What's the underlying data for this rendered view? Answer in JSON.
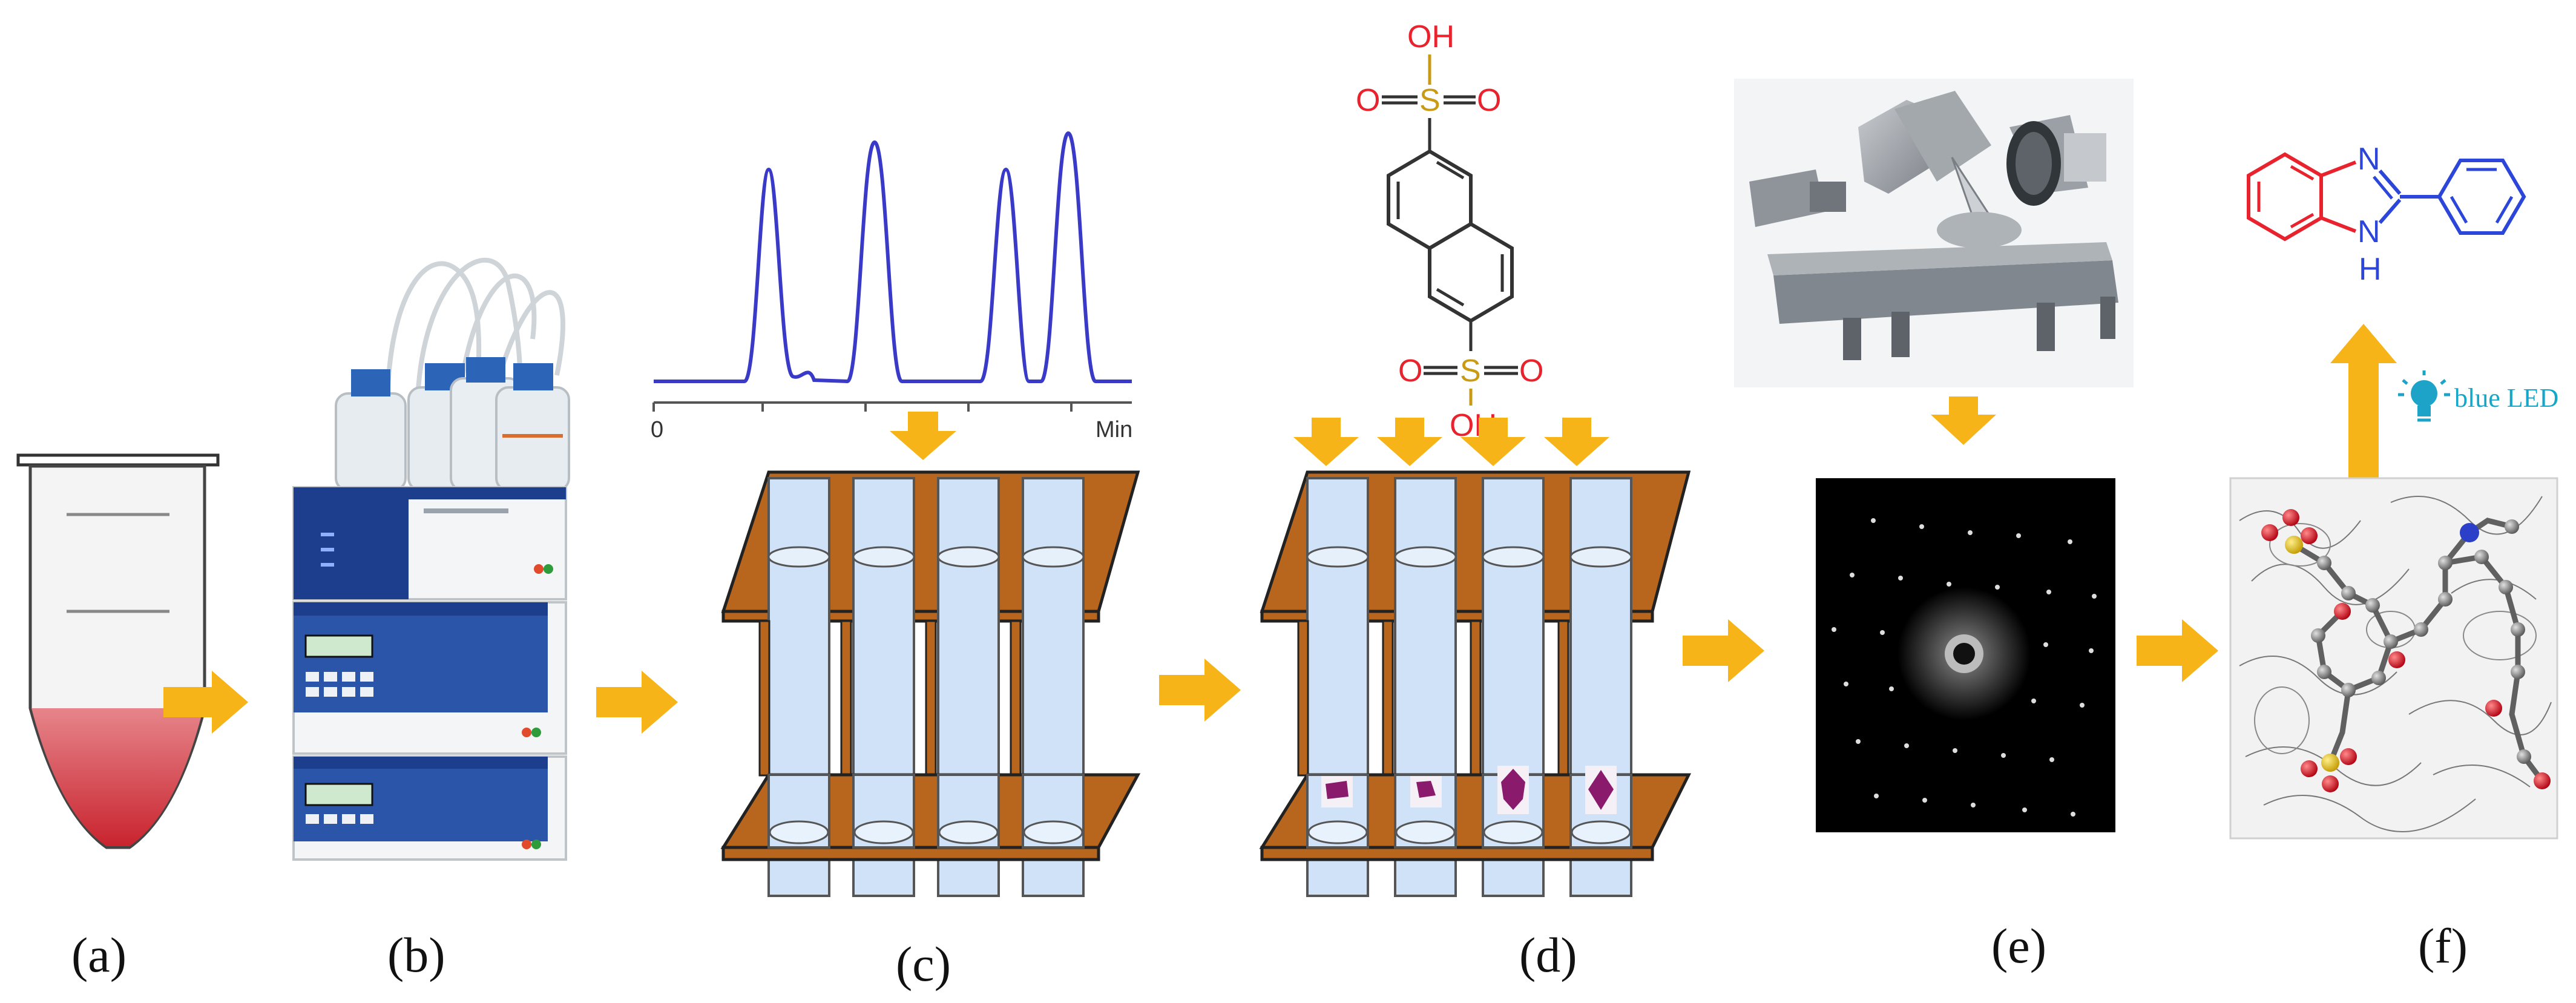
{
  "panels": {
    "a": "(a)",
    "b": "(b)",
    "c": "(c)",
    "d": "(d)",
    "e": "(e)",
    "f": "(f)"
  },
  "chromatogram": {
    "x_start": "0",
    "x_end": "Min",
    "peak_count": 4
  },
  "sulfonic": {
    "oh_top": "OH",
    "s_top": "S",
    "o_top_left": "O",
    "o_top_right": "O",
    "oh_bottom": "OH",
    "s_bottom": "S",
    "o_bottom_left": "O",
    "o_bottom_right": "O"
  },
  "product": {
    "n_top": "N",
    "n_bottom": "N",
    "h_bottom": "H",
    "led_label": "blue LED"
  },
  "colors": {
    "arrow": "#f6b418",
    "rack_wood": "#b8661d",
    "tube_fill": "#cfe2f7",
    "chromatogram_line": "#3a3ac8",
    "molecule_red": "#e8232e",
    "sulfur_gold": "#c99a14",
    "molecule_blue": "#2b46d8",
    "led_label": "#15a6c8",
    "crystal_purple": "#8a1a6c",
    "sample_red": "#d62632"
  }
}
